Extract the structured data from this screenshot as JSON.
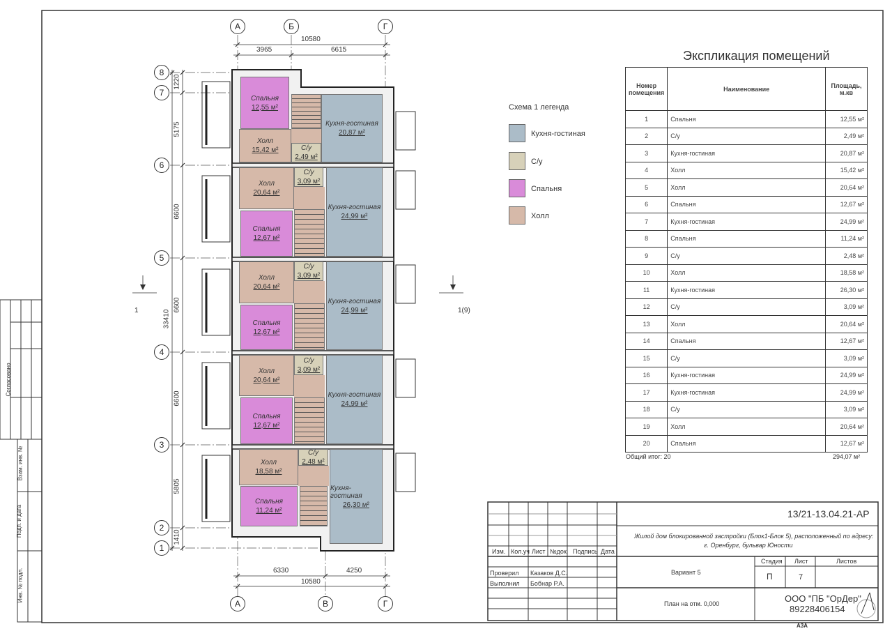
{
  "sheet": {
    "format": "А3А",
    "side_table": {
      "labels": [
        "Согласовано",
        "Взам. инв. №",
        "Подп. и дата",
        "Инв. № подл."
      ]
    }
  },
  "plan": {
    "axes_top": [
      "А",
      "Б",
      "Г"
    ],
    "axes_bottom": [
      "А",
      "В",
      "Г"
    ],
    "axes_left": [
      "8",
      "7",
      "6",
      "5",
      "4",
      "3",
      "2",
      "1"
    ],
    "dims_top": {
      "total": "10580",
      "parts": [
        "3965",
        "6615"
      ]
    },
    "dims_bottom": {
      "total": "10580",
      "parts": [
        "6330",
        "4250"
      ]
    },
    "dims_left": [
      "1220",
      "5175",
      "6600",
      "6600",
      "6600",
      "5805",
      "1410"
    ],
    "dim_left_total": "33410",
    "section_left": "1",
    "section_right": "1(9)",
    "rooms": [
      {
        "name": "Спальня",
        "area": "12,55 м²"
      },
      {
        "name": "Холл",
        "area": "15,42 м²"
      },
      {
        "name": "С/у",
        "area": "2,49 м²"
      },
      {
        "name": "Кухня-гостиная",
        "area": "20,87 м²"
      },
      {
        "name": "Холл",
        "area": "20,64 м²"
      },
      {
        "name": "С/у",
        "area": "3,09 м²"
      },
      {
        "name": "Кухня-гостиная",
        "area": "24,99 м²"
      },
      {
        "name": "Спальня",
        "area": "12,67 м²"
      },
      {
        "name": "Холл",
        "area": "20,64 м²"
      },
      {
        "name": "С/у",
        "area": "3,09 м²"
      },
      {
        "name": "Кухня-гостиная",
        "area": "24,99 м²"
      },
      {
        "name": "Спальня",
        "area": "12,67 м²"
      },
      {
        "name": "Холл",
        "area": "20,64 м²"
      },
      {
        "name": "С/у",
        "area": "3,09 м²"
      },
      {
        "name": "Кухня-гостиная",
        "area": "24,99 м²"
      },
      {
        "name": "Спальня",
        "area": "12,67 м²"
      },
      {
        "name": "Холл",
        "area": "18,58 м²"
      },
      {
        "name": "С/у",
        "area": "2,48 м²"
      },
      {
        "name": "Кухня-гостиная",
        "area": "26,30 м²"
      },
      {
        "name": "Спальня",
        "area": "11,24 м²"
      }
    ]
  },
  "legend": {
    "title": "Схема 1 легенда",
    "items": [
      {
        "label": "Кухня-гостиная",
        "color": "#abbcc8"
      },
      {
        "label": "С/у",
        "color": "#d7d1b9"
      },
      {
        "label": "Спальня",
        "color": "#d98bd9"
      },
      {
        "label": "Холл",
        "color": "#d6b9a9"
      }
    ]
  },
  "explication": {
    "title": "Экспликация помещений",
    "headers": [
      "Номер помещения",
      "Наименование",
      "Площадь, м.кв"
    ],
    "rows": [
      [
        "1",
        "Спальня",
        "12,55 м²"
      ],
      [
        "2",
        "С/у",
        "2,49 м²"
      ],
      [
        "3",
        "Кухня-гостиная",
        "20,87 м²"
      ],
      [
        "4",
        "Холл",
        "15,42 м²"
      ],
      [
        "5",
        "Холл",
        "20,64 м²"
      ],
      [
        "6",
        "Спальня",
        "12,67 м²"
      ],
      [
        "7",
        "Кухня-гостиная",
        "24,99 м²"
      ],
      [
        "8",
        "Спальня",
        "11,24 м²"
      ],
      [
        "9",
        "С/у",
        "2,48 м²"
      ],
      [
        "10",
        "Холл",
        "18,58 м²"
      ],
      [
        "11",
        "Кухня-гостиная",
        "26,30 м²"
      ],
      [
        "12",
        "С/у",
        "3,09 м²"
      ],
      [
        "13",
        "Холл",
        "20,64 м²"
      ],
      [
        "14",
        "Спальня",
        "12,67 м²"
      ],
      [
        "15",
        "С/у",
        "3,09 м²"
      ],
      [
        "16",
        "Кухня-гостиная",
        "24,99 м²"
      ],
      [
        "17",
        "Кухня-гостиная",
        "24,99 м²"
      ],
      [
        "18",
        "С/у",
        "3,09 м²"
      ],
      [
        "19",
        "Холл",
        "20,64 м²"
      ],
      [
        "20",
        "Спальня",
        "12,67 м²"
      ]
    ],
    "total_label": "Общий итог: 20",
    "total_area": "294,07 м²"
  },
  "title_block": {
    "code": "13/21-13.04.21-АР",
    "project": "Жилой дом блокированной застройки (Блок1-Блок 5), расположенный по адресу:",
    "address": "г. Оренбург, бульвар Юности",
    "col_headers": [
      "Изм.",
      "Кол.уч",
      "Лист",
      "№док.",
      "Подпись",
      "Дата"
    ],
    "checked_label": "Проверил",
    "checked_name": "Казаков Д.С.",
    "done_label": "Выполнил",
    "done_name": "Бобнар Р.А.",
    "variant": "Вариант 5",
    "sheet_title": "План на отм. 0,000",
    "stage_label": "Стадия",
    "sheet_label": "Лист",
    "sheets_label": "Листов",
    "stage": "П",
    "sheet": "7",
    "company": "ООО \"ПБ \"ОрДер\"",
    "phone": "89228406154"
  }
}
